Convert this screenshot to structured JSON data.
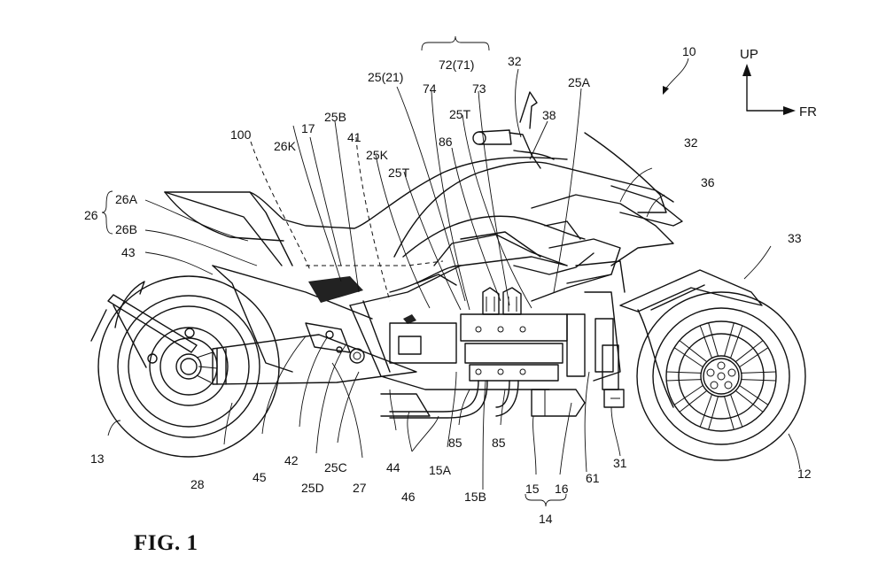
{
  "figure": {
    "caption": "FIG. 1",
    "subject": "three-wheeled motorcycle side view (patent drawing)",
    "assembly_ref": "10",
    "direction_indicator": {
      "up_label": "UP",
      "front_label": "FR"
    }
  },
  "labels": {
    "l10": "10",
    "l32_top": "32",
    "l32_right": "32",
    "l72_71": "72(71)",
    "l74": "74",
    "l73": "73",
    "l25_21": "25(21)",
    "l25A": "25A",
    "l38": "38",
    "l25T_top": "25T",
    "l86": "86",
    "l36": "36",
    "l33": "33",
    "l100": "100",
    "l17": "17",
    "l25B": "25B",
    "l26K": "26K",
    "l41": "41",
    "l25K": "25K",
    "l25T_left": "25T",
    "l26": "26",
    "l26A": "26A",
    "l26B": "26B",
    "l43": "43",
    "l13": "13",
    "l28": "28",
    "l45": "45",
    "l42": "42",
    "l25D": "25D",
    "l25C": "25C",
    "l27": "27",
    "l44": "44",
    "l46": "46",
    "l15A": "15A",
    "l85_a": "85",
    "l85_b": "85",
    "l15B": "15B",
    "l15": "15",
    "l16": "16",
    "l14": "14",
    "l61": "61",
    "l31": "31",
    "l12": "12"
  }
}
